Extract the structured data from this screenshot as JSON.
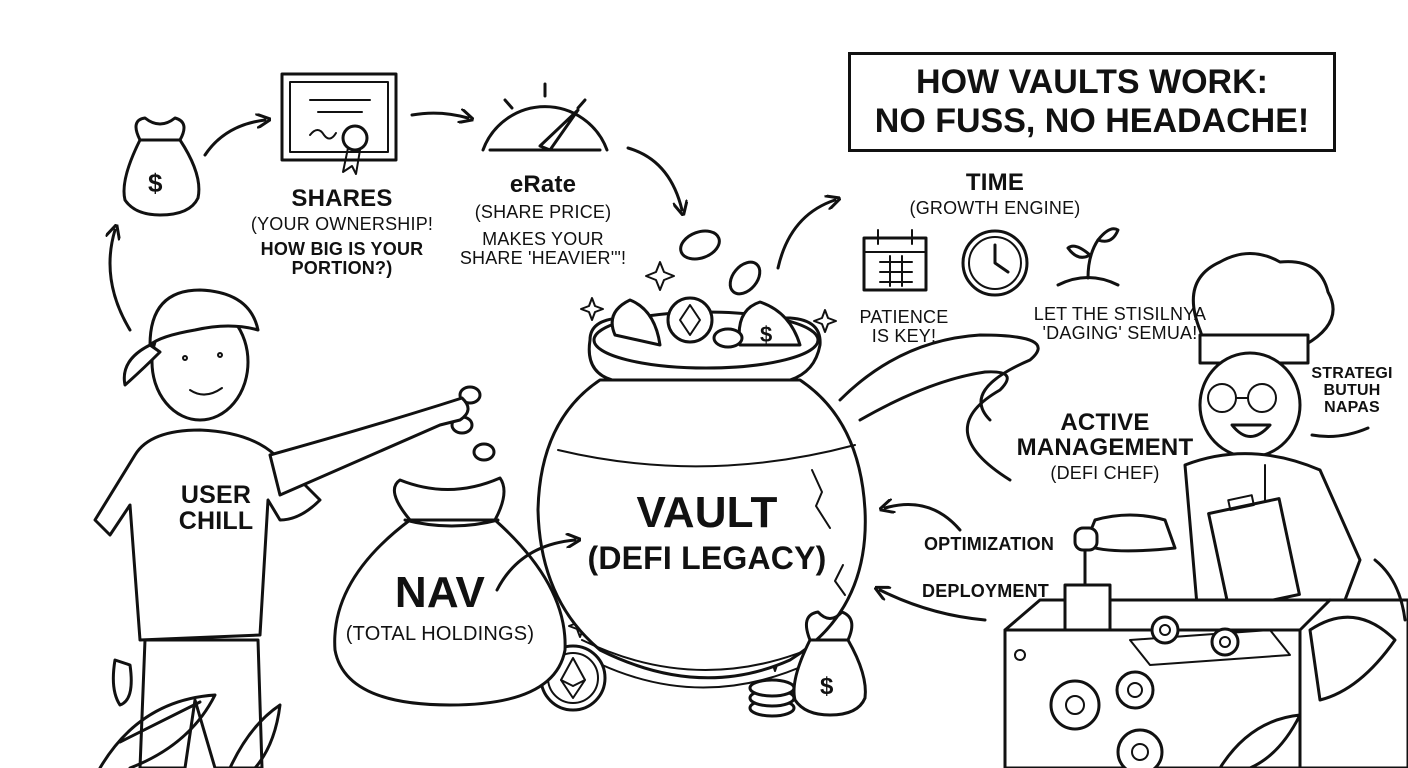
{
  "title": {
    "line1": "HOW VAULTS WORK:",
    "line2": "NO FUSS, NO HEADACHE!"
  },
  "shares": {
    "heading": "SHARES",
    "line1": "(YOUR OWNERSHIP!",
    "line2": "HOW BIG IS YOUR",
    "line3": "PORTION?)"
  },
  "erate": {
    "heading": "eRate",
    "line1": "(SHARE PRICE)",
    "line2": "MAKES YOUR",
    "line3": "SHARE 'HEAVIER'\"!"
  },
  "time": {
    "heading": "TIME",
    "subtitle": "(GROWTH ENGINE)",
    "patience_1": "PATIENCE",
    "patience_2": "IS KEY!",
    "let_1": "LET THE STISILNYA",
    "let_2": "'DAGING' SEMUA!"
  },
  "user": {
    "shirt_1": "USER",
    "shirt_2": "CHILL"
  },
  "vault": {
    "line1": "VAULT",
    "line2": "(DEFI LEGACY)"
  },
  "nav": {
    "heading": "NAV",
    "subtitle": "(TOTAL HOLDINGS)"
  },
  "management": {
    "line1": "ACTIVE",
    "line2": "MANAGEMENT",
    "line3": "(DEFI CHEF)"
  },
  "strategy": {
    "line1": "STRATEGI",
    "line2": "BUTUH",
    "line3": "NAPAS"
  },
  "flows": {
    "optimization": "OPTIMIZATION",
    "deployment": "DEPLOYMENT"
  },
  "icons": {
    "money_bag": "money-bag-icon",
    "certificate": "certificate-icon",
    "gauge": "gauge-icon",
    "calendar": "calendar-icon",
    "clock": "clock-icon",
    "sprout": "sprout-icon",
    "coin": "coin-icon",
    "ethereum": "ethereum-coin-icon",
    "gear": "gear-icon"
  },
  "colors": {
    "ink": "#111111",
    "paper": "#ffffff"
  }
}
